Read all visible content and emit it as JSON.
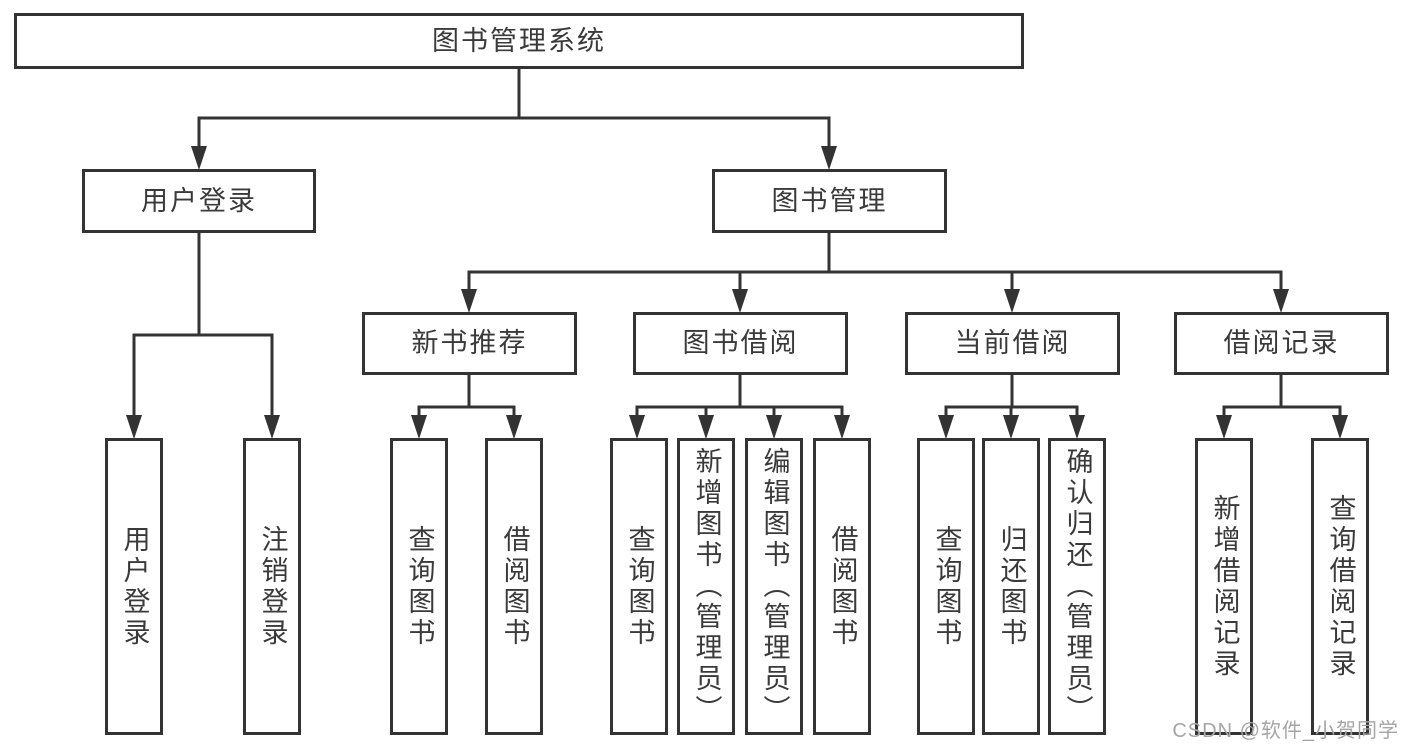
{
  "tree": {
    "root": "图书管理系统",
    "children": [
      {
        "label": "用户登录",
        "children": [
          {
            "label": "用户登录"
          },
          {
            "label": "注销登录"
          }
        ]
      },
      {
        "label": "图书管理",
        "children": [
          {
            "label": "新书推荐",
            "children": [
              {
                "label": "查询图书"
              },
              {
                "label": "借阅图书"
              }
            ]
          },
          {
            "label": "图书借阅",
            "children": [
              {
                "label": "查询图书"
              },
              {
                "label": "新增图书（管理员）"
              },
              {
                "label": "编辑图书（管理员）"
              },
              {
                "label": "借阅图书"
              }
            ]
          },
          {
            "label": "当前借阅",
            "children": [
              {
                "label": "查询图书"
              },
              {
                "label": "归还图书"
              },
              {
                "label": "确认归还（管理员）"
              }
            ]
          },
          {
            "label": "借阅记录",
            "children": [
              {
                "label": "新增借阅记录"
              },
              {
                "label": "查询借阅记录"
              }
            ]
          }
        ]
      }
    ]
  },
  "watermark": "CSDN @软件_小贺同学",
  "colors": {
    "line": "#333333",
    "box_border": "#333333",
    "box_fill": "#ffffff",
    "text": "#3a3a3a",
    "watermark": "#a5a5a5"
  }
}
